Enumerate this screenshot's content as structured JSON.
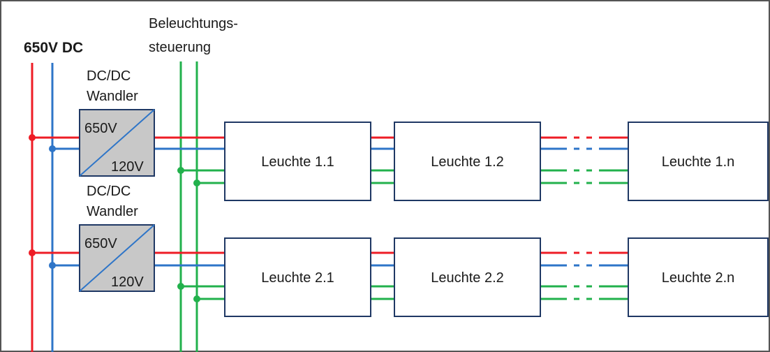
{
  "colors": {
    "dc_plus": "#ee1c25",
    "dc_minus": "#2e75c8",
    "control": "#22b14c",
    "box_stroke": "#1f3864",
    "converter_fill": "#c8c8c8",
    "frame": "#555555"
  },
  "labels": {
    "supply": "650V DC",
    "control_line1": "Beleuchtungs-",
    "control_line2": "steuerung"
  },
  "converters": [
    {
      "title_line1": "DC/DC",
      "title_line2": "Wandler",
      "input_voltage": "650V",
      "output_voltage": "120V"
    },
    {
      "title_line1": "DC/DC",
      "title_line2": "Wandler",
      "input_voltage": "650V",
      "output_voltage": "120V"
    }
  ],
  "rows": [
    {
      "lamps": [
        "Leuchte 1.1",
        "Leuchte 1.2",
        "Leuchte 1.n"
      ]
    },
    {
      "lamps": [
        "Leuchte 2.1",
        "Leuchte 2.2",
        "Leuchte 2.n"
      ]
    }
  ]
}
